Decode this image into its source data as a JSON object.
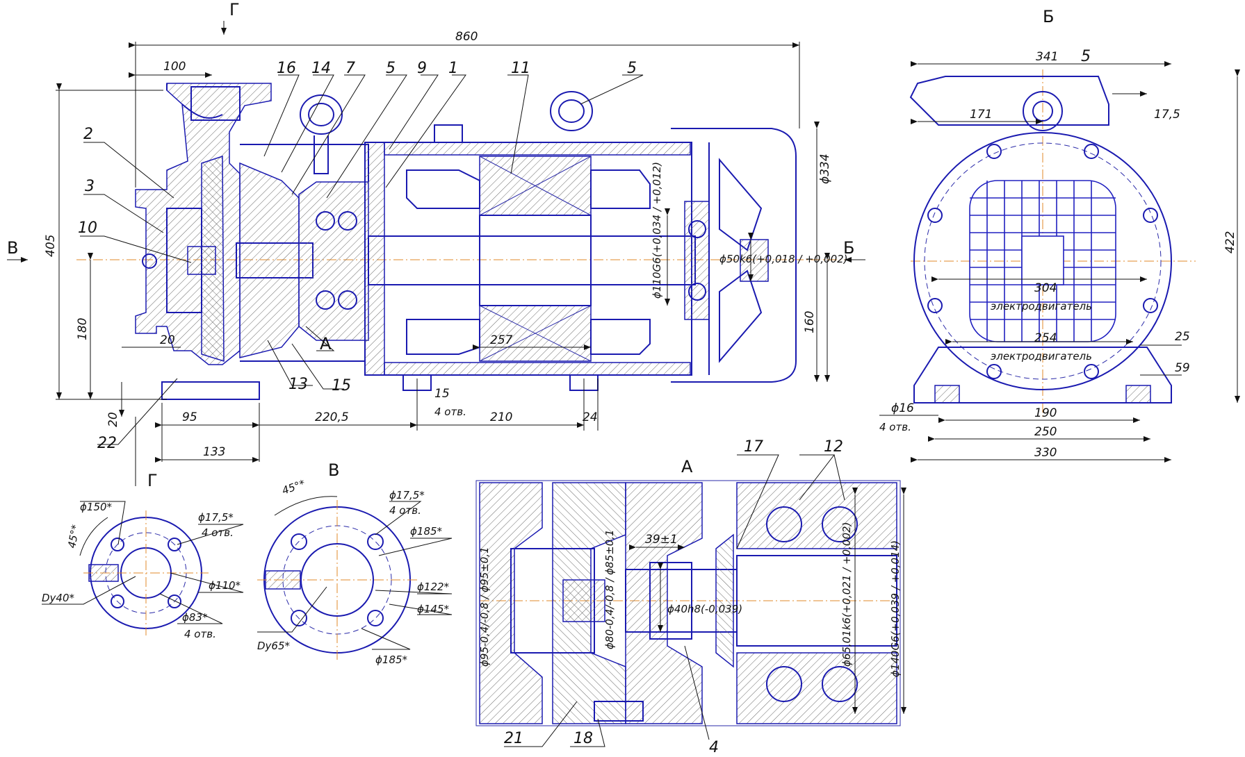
{
  "views": {
    "section_a": "А",
    "view_b": "Б",
    "view_v": "В",
    "view_g": "Г"
  },
  "main_view": {
    "dims": {
      "overall_length": "860",
      "d100": "100",
      "d405": "405",
      "d180": "180",
      "d20_left": "20",
      "d20_bottom": "20",
      "d95": "95",
      "d133": "133",
      "d220_5": "220,5",
      "d15": "15",
      "holes_4": "4 отв.",
      "d210": "210",
      "d24": "24",
      "d257": "257",
      "d160": "160",
      "d334": "ϕ334",
      "shaft_110": "ϕ110G6(+0,034 / +0,012)",
      "shaft_50": "ϕ50k6(+0,018 / +0,002)"
    },
    "callouts": [
      "16",
      "14",
      "7",
      "5",
      "9",
      "1",
      "11",
      "5",
      "2",
      "3",
      "10",
      "13",
      "15",
      "22"
    ],
    "section_mark": "А",
    "arrow_v": "В",
    "arrow_b": "Б",
    "arrow_g": "Г"
  },
  "end_view": {
    "title": "Б",
    "dims": {
      "d341": "341",
      "d171": "171",
      "d17_5": "17,5",
      "d422": "422",
      "d304": "304",
      "d254": "254",
      "d25": "25",
      "d59": "59",
      "d190": "190",
      "d250": "250",
      "d330": "330",
      "d16": "ϕ16",
      "holes_4": "4 отв."
    },
    "callout_5": "5",
    "motor_label_1": "электродвигатель",
    "motor_label_2": "электродвигатель"
  },
  "flange_g": {
    "title": "Г",
    "dims": {
      "d150": "ϕ150*",
      "d17_5": "ϕ17,5*",
      "holes_4a": "4 отв.",
      "angle": "45°*",
      "d110": "ϕ110*",
      "dy40": "Dy40*",
      "d83": "ϕ83*",
      "holes_4b": "4 отв."
    }
  },
  "flange_v": {
    "title": "В",
    "dims": {
      "angle": "45°*",
      "d17_5": "ϕ17,5*",
      "holes_4": "4 отв.",
      "d185a": "ϕ185*",
      "d122": "ϕ122*",
      "d145": "ϕ145*",
      "dy65": "Dy65*",
      "d185b": "ϕ185*"
    }
  },
  "detail_a": {
    "title": "А",
    "callouts": [
      "17",
      "12",
      "21",
      "18",
      "4"
    ],
    "dims": {
      "d39": "39±1",
      "d95": "ϕ95-0,4/-0,8 / ϕ95±0,1",
      "d80": "ϕ80-0,4/-0,8 / ϕ85±0,1",
      "d40": "ϕ40h8(-0,039)",
      "d65": "ϕ65,01k6(+0,021 / +0,002)",
      "d140": "ϕ140G6(+0,039 / +0,014)"
    }
  }
}
